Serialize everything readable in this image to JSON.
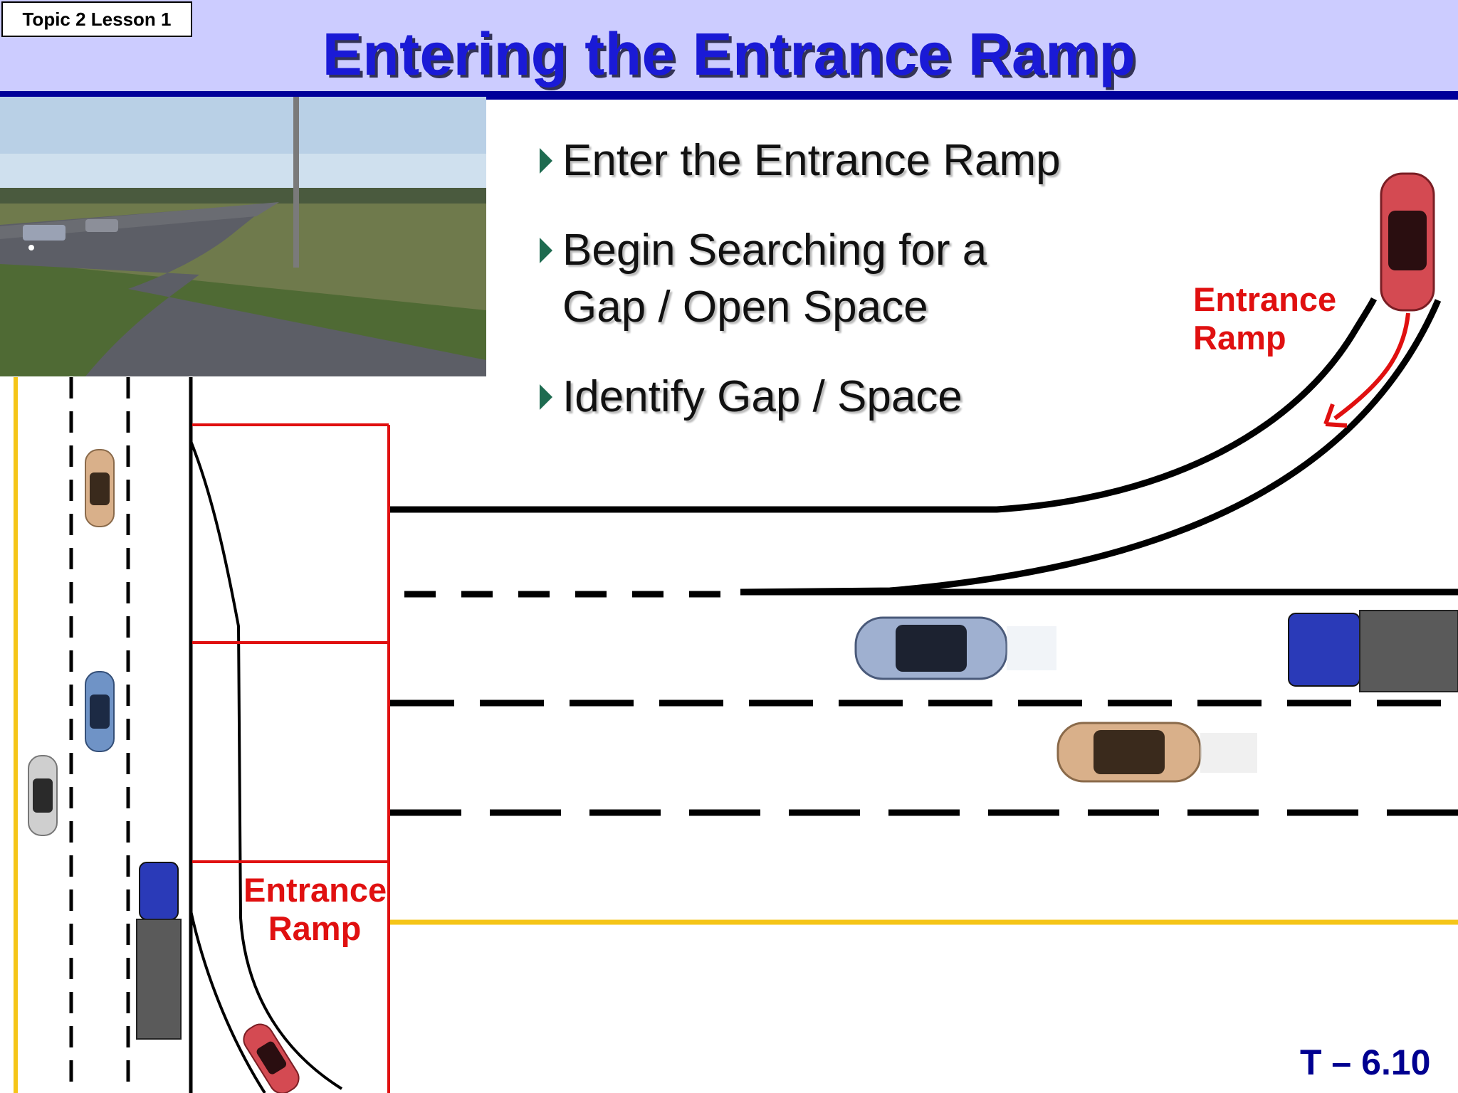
{
  "slide": {
    "topic_label": "Topic 2 Lesson 1",
    "title": "Entering the Entrance Ramp",
    "slide_number": "T – 6.10"
  },
  "bullets": [
    "Enter the Entrance Ramp",
    "Begin Searching for a",
    "Gap / Open Space",
    "Identify Gap / Space"
  ],
  "diagram": {
    "ramp_label_top_line1": "Entrance",
    "ramp_label_top_line2": "Ramp",
    "ramp_label_left_line1": "Entrance",
    "ramp_label_left_line2": "Ramp"
  },
  "colors": {
    "header_background": "#ccccff",
    "header_rule": "#000099",
    "title_text": "#1a1ad6",
    "label_red": "#e01010",
    "yellow_line": "#f5c518",
    "bullet_marker": "#1e6b50"
  },
  "icons": {
    "bullet": "triangle-bullet-icon",
    "arrow": "curved-arrow-icon"
  }
}
